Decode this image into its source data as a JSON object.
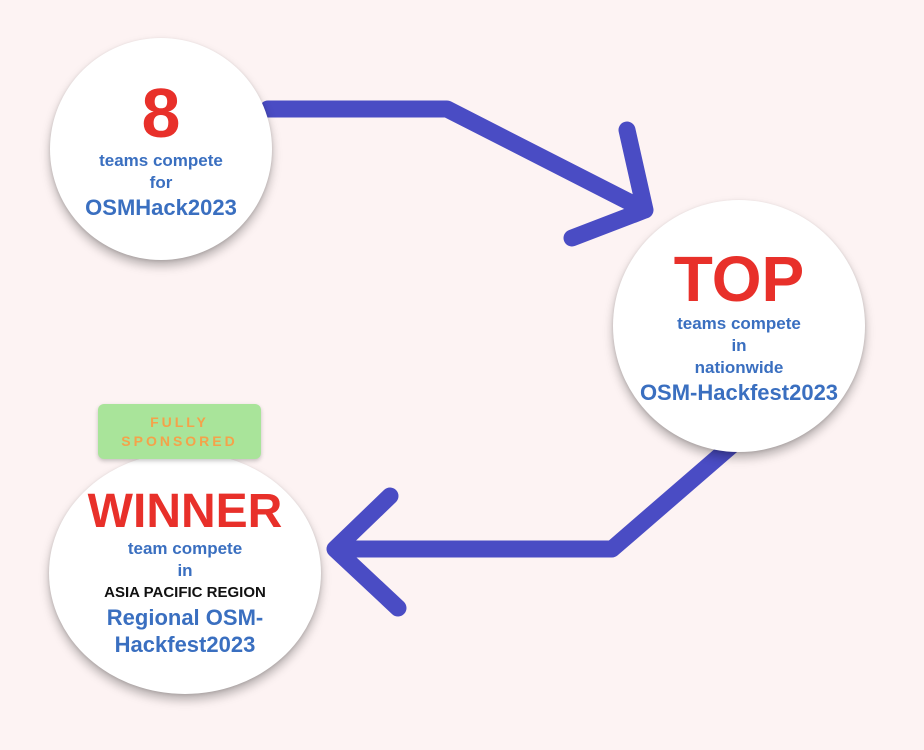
{
  "colors": {
    "background": "#fdf3f3",
    "arrow": "#4a4cc4",
    "highlight_red": "#e8302a",
    "text_blue": "#3a6fc0",
    "badge_green": "#a9e49a",
    "badge_text": "#f4a24a"
  },
  "stage1": {
    "number": "8",
    "line1": "teams compete",
    "line2": "for",
    "event": "OSMHack2023"
  },
  "stage2": {
    "headline": "TOP",
    "line1": "teams compete",
    "line2": "in",
    "line3": "nationwide",
    "event": "OSM-Hackfest2023"
  },
  "stage3": {
    "headline": "WINNER",
    "line1": "team compete",
    "line2": "in",
    "region": "ASIA PACIFIC REGION",
    "event_line1": "Regional OSM-",
    "event_line2": "Hackfest2023"
  },
  "badge": {
    "line1": "FULLY",
    "line2": "SPONSORED"
  }
}
